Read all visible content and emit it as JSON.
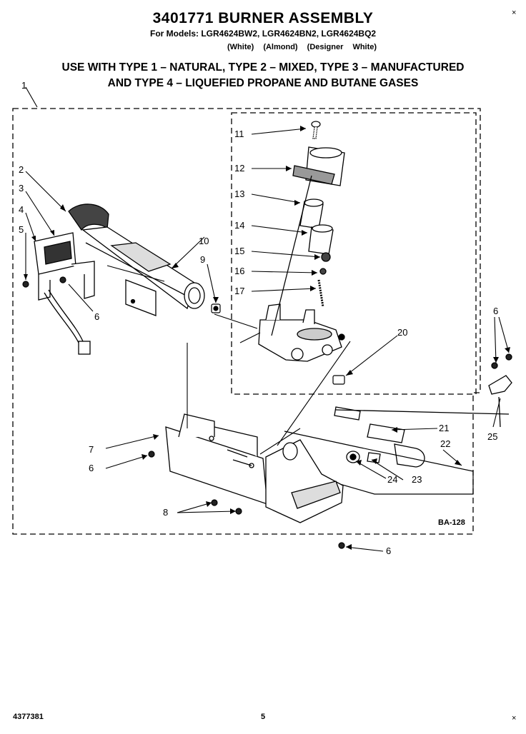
{
  "header": {
    "title": "3401771 BURNER ASSEMBLY",
    "models": "For Models: LGR4624BW2, LGR4624BN2, LGR4624BQ2",
    "colors": [
      "(White)",
      "(Almond)",
      "(Designer White)"
    ],
    "gas_line_1": "USE WITH TYPE 1 – NATURAL, TYPE 2 – MIXED, TYPE 3 – MANUFACTURED",
    "gas_line_2": "AND TYPE 4 – LIQUEFIED PROPANE AND BUTANE GASES"
  },
  "corner_marks": {
    "top_right": "×",
    "bottom_right": "×"
  },
  "callouts": {
    "c1": "1",
    "c2": "2",
    "c3": "3",
    "c4": "4",
    "c5": "5",
    "c6a": "6",
    "c6b": "6",
    "c6c": "6",
    "c6d": "6",
    "c7": "7",
    "c8": "8",
    "c9": "9",
    "c10": "10",
    "c11": "11",
    "c12": "12",
    "c13": "13",
    "c14": "14",
    "c15": "15",
    "c16": "16",
    "c17": "17",
    "c20": "20",
    "c21": "21",
    "c22": "22",
    "c23": "23",
    "c24": "24",
    "c25": "25"
  },
  "figure_code": "BA-128",
  "footer": {
    "doc_number": "4377381",
    "page": "5"
  }
}
